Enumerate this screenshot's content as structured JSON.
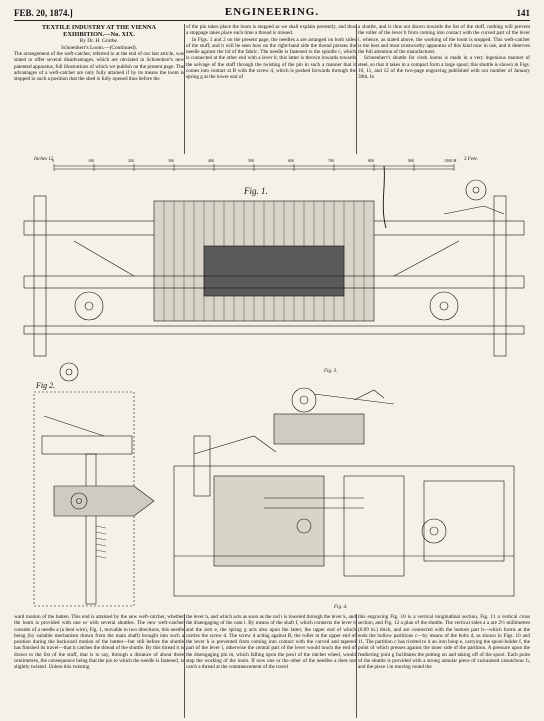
{
  "header": {
    "date": "FEB. 20, 1874.]",
    "title": "ENGINEERING.",
    "page": "141"
  },
  "article": {
    "title_line1": "TEXTILE INDUSTRY AT THE VIENNA",
    "title_line2": "EXHIBITION.—No. XIX.",
    "byline": "By Dr. H. Grothe.",
    "subhead": "Schoenherr's Loom.—(Continued).",
    "col1": "The arrangement of the weft-catcher, referred to at the end of our last article, was stated to offer several disadvantages, which are obviated in Schoenherr's new patented apparatus, full illustrations of which we publish on the present page. The advantages of a weft-catcher are only fully attained if by its means the loom is stopped in such a position that the shed is fully opened thus before the",
    "col2a": "of the pin takes place the loom is stopped as we shall explain presently, and thus a stoppage takes place each time a thread is missed.",
    "col2b": "In Figs. 1 and 2 on the present page, the needles a are arranged on both sides of the stuff, and it will be seen how on the right-hand side the thread presses the needle against the lid of the fabric. The needle is fastened to the spindle c, which is connected at the other end with a lever b; this latter is thrown inwards towards the selvage of the stuff through the twisting of the pin in such a manner that it comes into contact at B with the screw d, which is pushed forwards through the spring g at the lower end of",
    "col3a": "a shuttle, and is thus not drawn towards the list of the stuff, nothing will prevent the roller of the lever h from coming into contact with the curved part of the lever i, whence, as stated above, the working of the loom is stopped. This weft-catcher is the best and most trustworthy apparatus of this kind now in use, and it deserves the full attention of the manufacturer.",
    "col3b": "Schoenherr's shuttle for cloth looms is made in a very ingenious manner of steel, so that it takes in a compact form a large spool; this shuttle is shown in Figs. 10, 11, and 12 of the two-page engraving published with our number of January 30th. In",
    "bot1": "ward motion of the batten. This end is attained by the new weft-catcher, whether the loom is provided with one or with several shuttles. The new weft-catcher consists of a needle a (a bent wire), Fig. 1, movable in two directions, this needle being (by suitable mechanism drawn from the main shaft) brought into such a position during the backward motion of the batten—but still before the shuttle has finished its travel—that it catches the thread of the shuttle. By this thread it is drawn to the list of the stuff, that is to say, through a distance of about three centimetres, the consequence being that the pin to which the needle is fastened, is slightly twisted. Unless this twisting",
    "bot2": "the lever h, and which acts as soon as the rod i is lowered through the lever k, and the disengaging of the cam l. By means of the shaft f, which connects the lever b and the arm e, the spring g acts also upon the latter, the upper end of which carries the screw d. The screw d acting against B, the roller at the upper end of the lever h is prevented from coming into contact with the curved and tapered part of the lever i, otherwise the central part of the lever would touch the end of the disengaging pin m, which falling upon the pawl of the ratchet wheel, would stop the working of the loom. If now one or the other of the needles a does not catch a thread at the commencement of the travel",
    "bot3": "this engraving Fig. 10 is a vertical longitudinal section, Fig. 11 a vertical cross section, and Fig. 12 a plan of the shuttle. The vertical sides a a are 2½ millimetres (0.09 in.) thick, and are connected with the bottom part b—which forms at the ends the hollow partitions c—by means of the bolts d, as shown in Figs. 10 and 11. The partition c has riveted to it an iron hoop e, carrying the spool-holder f, the point of which presses against the inner side of the partition. A pressure upon the feathering joint g facilitates the putting on and taking off of the spool. Each point of the shuttle is provided with a strong annular piece of vulcanised caoutchouc h, and the piece i m moving round the"
  },
  "figures": {
    "scale_left": "Inches 12",
    "scale_right": "3 Feet.",
    "scale_marks": [
      "0",
      "100",
      "200",
      "300",
      "400",
      "500",
      "600",
      "700",
      "800",
      "900",
      "1000 M."
    ],
    "fig1": "Fig. 1.",
    "fig2": "Fig 2.",
    "fig3": "Fig. 3.",
    "fig4": "Fig. 4."
  }
}
